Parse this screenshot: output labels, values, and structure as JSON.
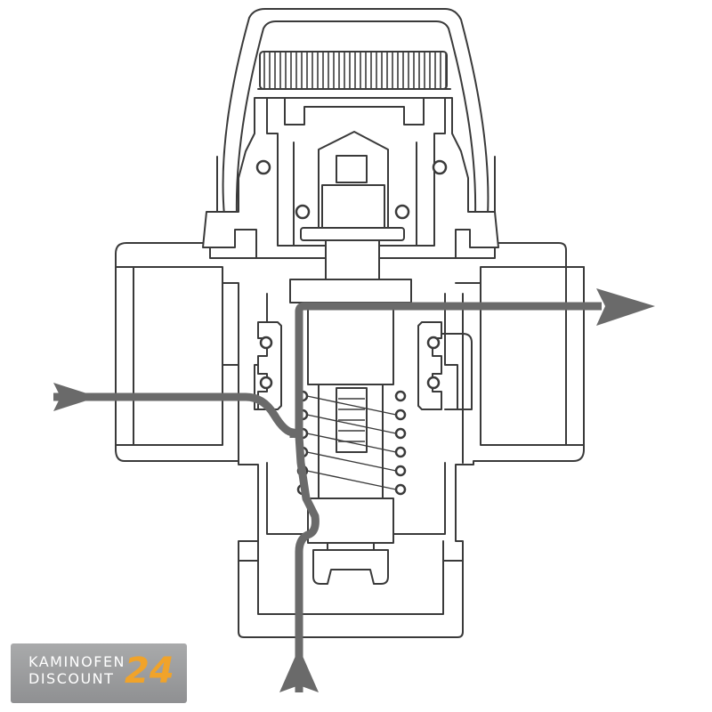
{
  "logo": {
    "line1": "KAMINOFEN",
    "line2": "DISCOUNT",
    "number": "24",
    "colors": {
      "background": "#9c9d9f",
      "text": "#ffffff",
      "number": "#f0a32a"
    }
  },
  "diagram": {
    "colors": {
      "outline": "#3a3a3a",
      "flow": "#6a6a6a",
      "background": "#ffffff"
    }
  }
}
